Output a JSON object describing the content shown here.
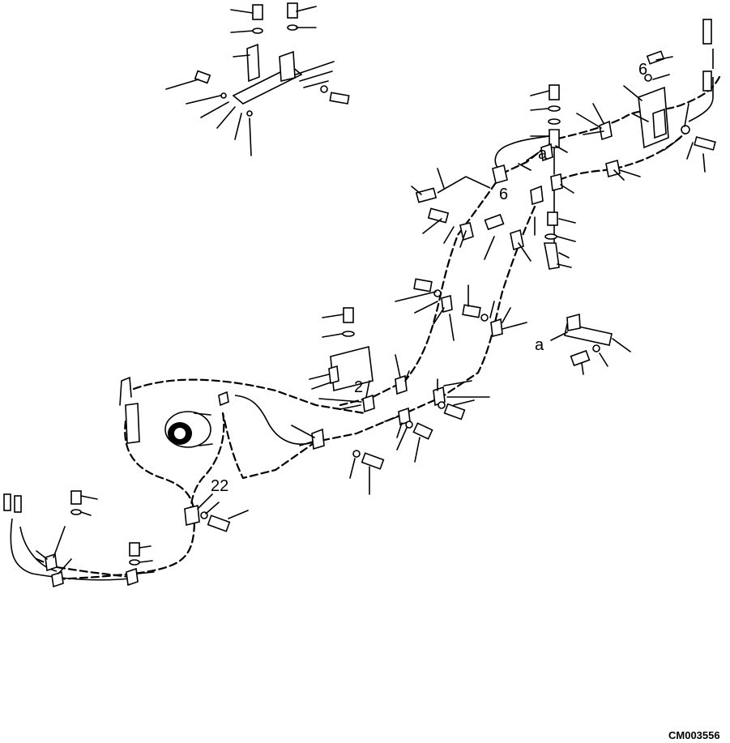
{
  "callouts": {
    "label_6_top": "6",
    "label_6_mid": "6",
    "label_a_mid": "a",
    "label_a_right": "a",
    "label_2": "2",
    "label_22": "22"
  },
  "footer": {
    "drawing_code": "CM003556"
  }
}
